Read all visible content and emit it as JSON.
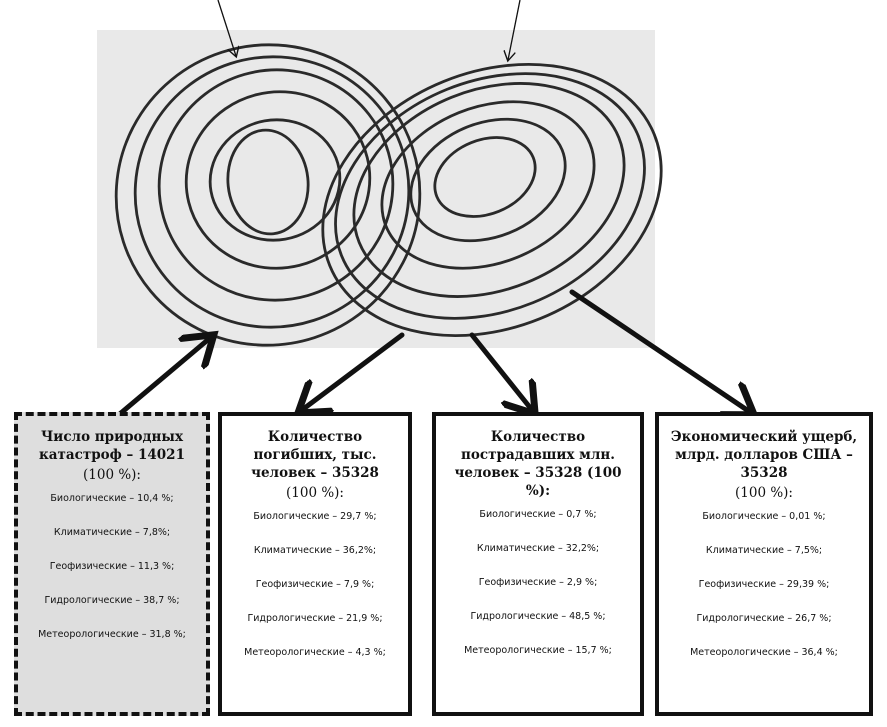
{
  "boxes": [
    {
      "title": "Число природных катастроф – 14021",
      "total": "(100 %):",
      "items": [
        "Биологические – 10,4 %;",
        "Климатические – 7,8%;",
        "Геофизические – 11,3 %;",
        "Гидрологические – 38,7 %;",
        "Метеорологические – 31,8 %;"
      ]
    },
    {
      "title": "Количество погибших, тыс. человек – 35328",
      "total": "(100 %):",
      "items": [
        "Биологические – 29,7 %;",
        "Климатические – 36,2%;",
        "Геофизические – 7,9 %;",
        "Гидрологические – 21,9 %;",
        "Метеорологические – 4,3 %;"
      ]
    },
    {
      "title": "Количество пострадавших млн. человек – 35328 (100 %):",
      "total": "",
      "items": [
        "Биологические – 0,7 %;",
        "Климатические – 32,2%;",
        "Геофизические – 2,9 %;",
        "Гидрологические – 48,5 %;",
        "Метеорологические – 15,7 %;"
      ]
    },
    {
      "title": "Экономический ущерб, млрд. долларов США – 35328",
      "total": "(100 %):",
      "items": [
        "Биологические – 0,01 %;",
        "Климатические – 7,5%;",
        "Геофизические – 29,39 %;",
        "Гидрологические – 26,7 %;",
        "Метеорологические – 36,4 %;"
      ]
    }
  ]
}
